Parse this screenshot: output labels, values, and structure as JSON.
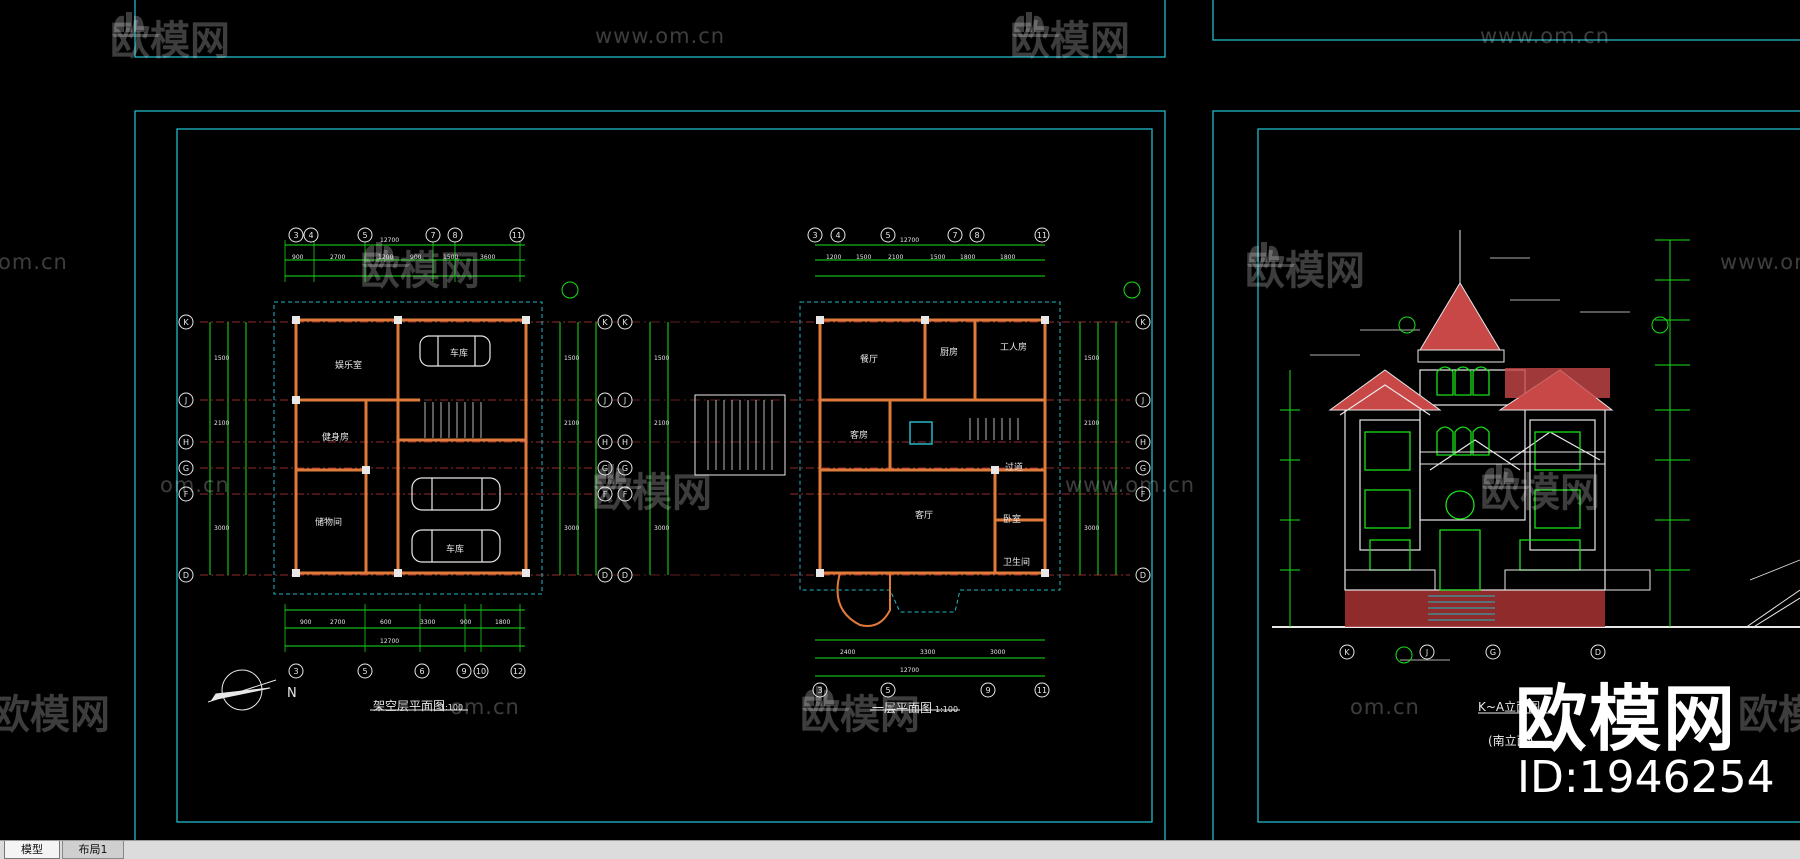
{
  "colors": {
    "background": "#000000",
    "frame": "#22b8c8",
    "wall": "#e07a3a",
    "dimension": "#18e018",
    "axis_bubble": "#e8e8e8",
    "grid": "#c83c3c",
    "roof": "#c84848",
    "watermark": "rgba(235,235,235,0.26)"
  },
  "watermark": {
    "brand": "欧模网",
    "url": "www.om.cn",
    "url_short": "om.cn",
    "url_truncated": "www.om.cn"
  },
  "overlay": {
    "brand": "欧模网",
    "id_text": "ID:1946254"
  },
  "drawings": {
    "basement_plan": {
      "title": "架空层平面图",
      "scale": "1:100",
      "rooms": [
        "娱乐室",
        "车库",
        "健身房",
        "车库",
        "储物间"
      ],
      "top_axes": [
        "3",
        "4",
        "5",
        "7",
        "8",
        "11"
      ],
      "bottom_axes": [
        "3",
        "5",
        "6",
        "9",
        "10",
        "12"
      ],
      "row_axes": [
        "K",
        "J",
        "H",
        "G",
        "F",
        "D"
      ],
      "north_label": "N"
    },
    "first_floor_plan": {
      "title": "一层平面图",
      "scale": "1:100",
      "rooms": [
        "餐厅",
        "厨房",
        "工人房",
        "客厅",
        "客房",
        "卫生间",
        "过道",
        "卧室"
      ],
      "top_axes": [
        "3",
        "4",
        "5",
        "7",
        "8",
        "11"
      ],
      "bottom_axes": [
        "3",
        "5",
        "9",
        "11"
      ],
      "row_axes": [
        "K",
        "J",
        "H",
        "G",
        "F",
        "D"
      ]
    },
    "elevation": {
      "title": "K~A立面图",
      "subtitle": "(南立面)",
      "axes": [
        "K",
        "J",
        "G",
        "D"
      ]
    }
  },
  "tabs": {
    "model": "模型",
    "layout1": "布局1"
  }
}
